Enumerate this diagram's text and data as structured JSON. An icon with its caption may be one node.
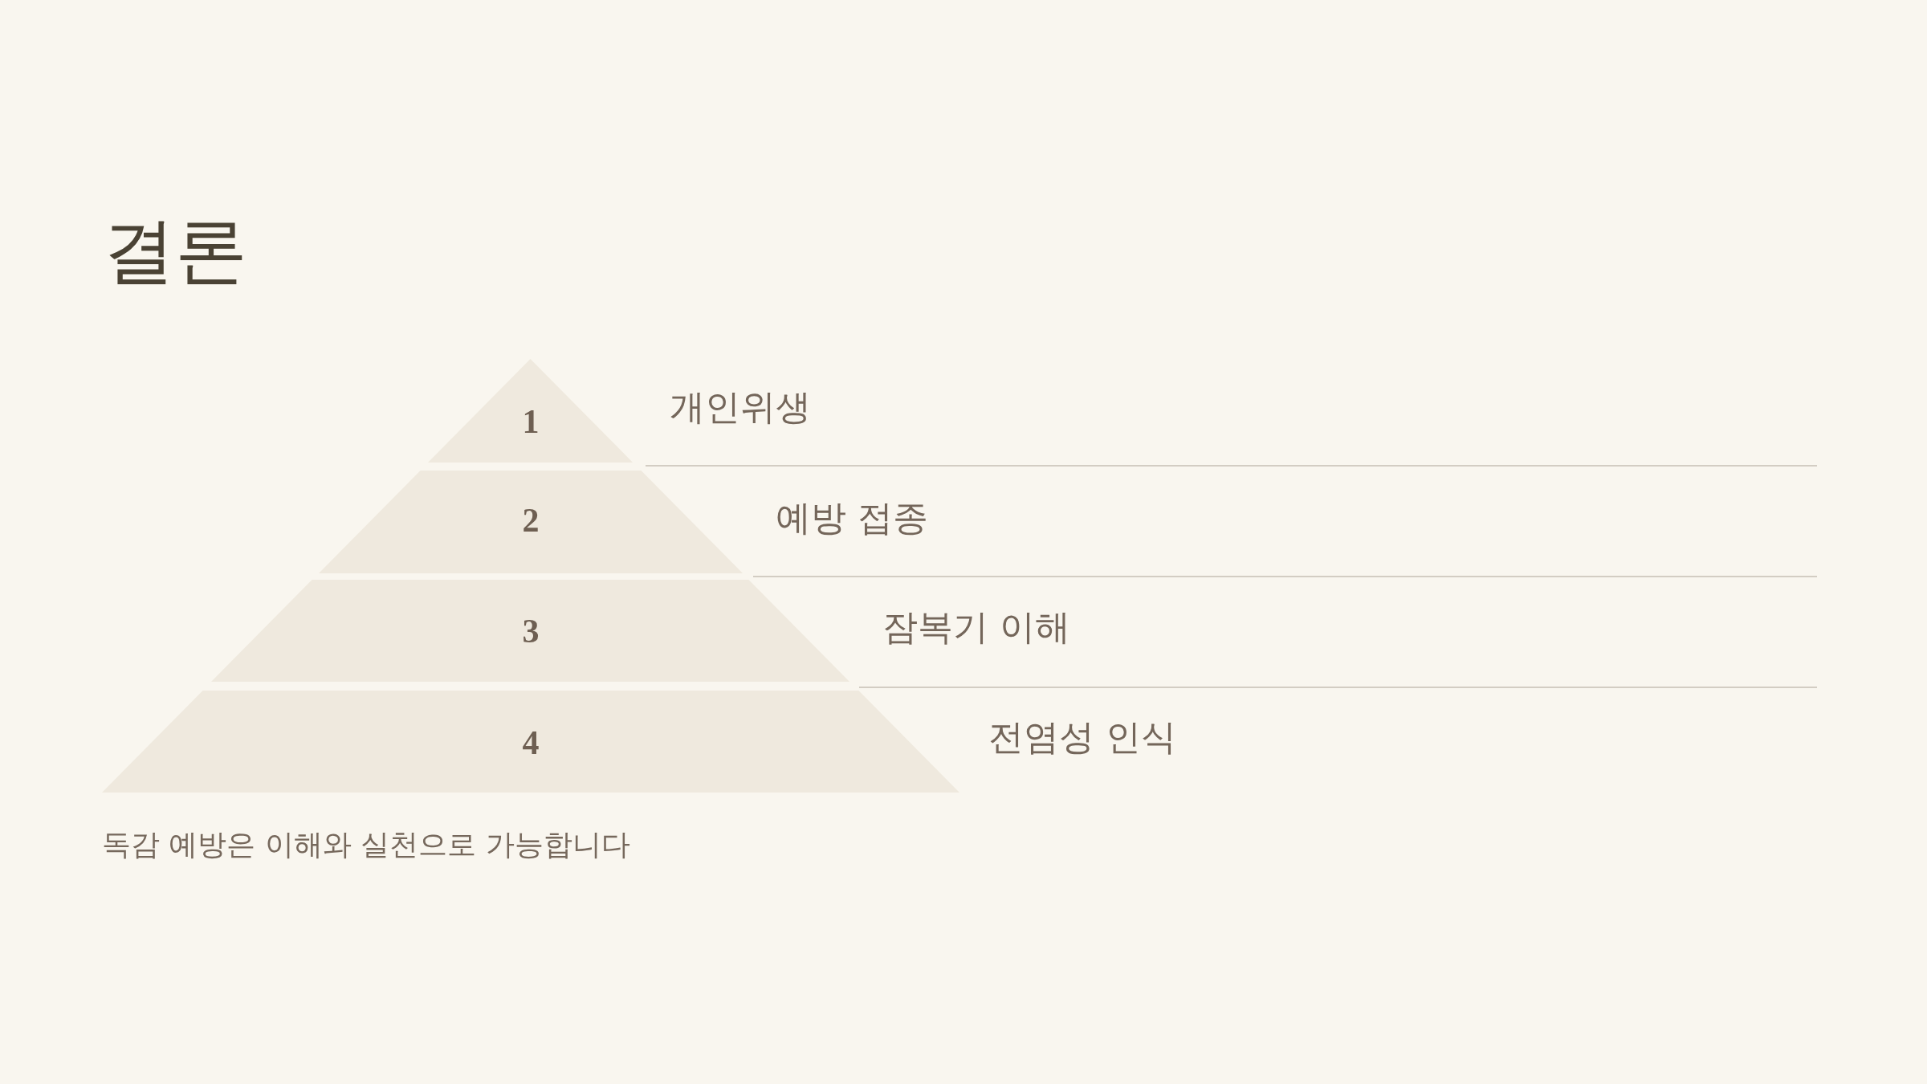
{
  "diagram": {
    "title": "결론",
    "nodes": [
      {
        "text": [
          "1"
        ],
        "beside": [
          "개인위생"
        ]
      },
      {
        "text": [
          "2"
        ],
        "beside": [
          "예방 접종"
        ]
      },
      {
        "text": [
          "3"
        ],
        "beside": [
          "잠복기 이해"
        ]
      },
      {
        "text": [
          "4"
        ],
        "beside": [
          "전염성 인식"
        ]
      }
    ],
    "caption": "독감 예방은 이해와 실천으로 가능합니다"
  }
}
